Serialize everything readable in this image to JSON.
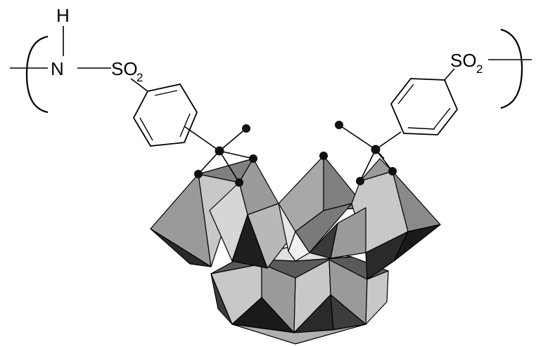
{
  "labels": {
    "h": "H",
    "n": "N",
    "so2_left_s": "SO",
    "so2_left_sub": "2",
    "so2_right_s": "SO",
    "so2_right_sub": "2"
  },
  "colors": {
    "line": "#000000",
    "face_light": "#c8c8c8",
    "face_mid": "#9a9a9a",
    "face_dark": "#3c3c3c",
    "face_black": "#1a1a1a",
    "atom": "#111111"
  }
}
